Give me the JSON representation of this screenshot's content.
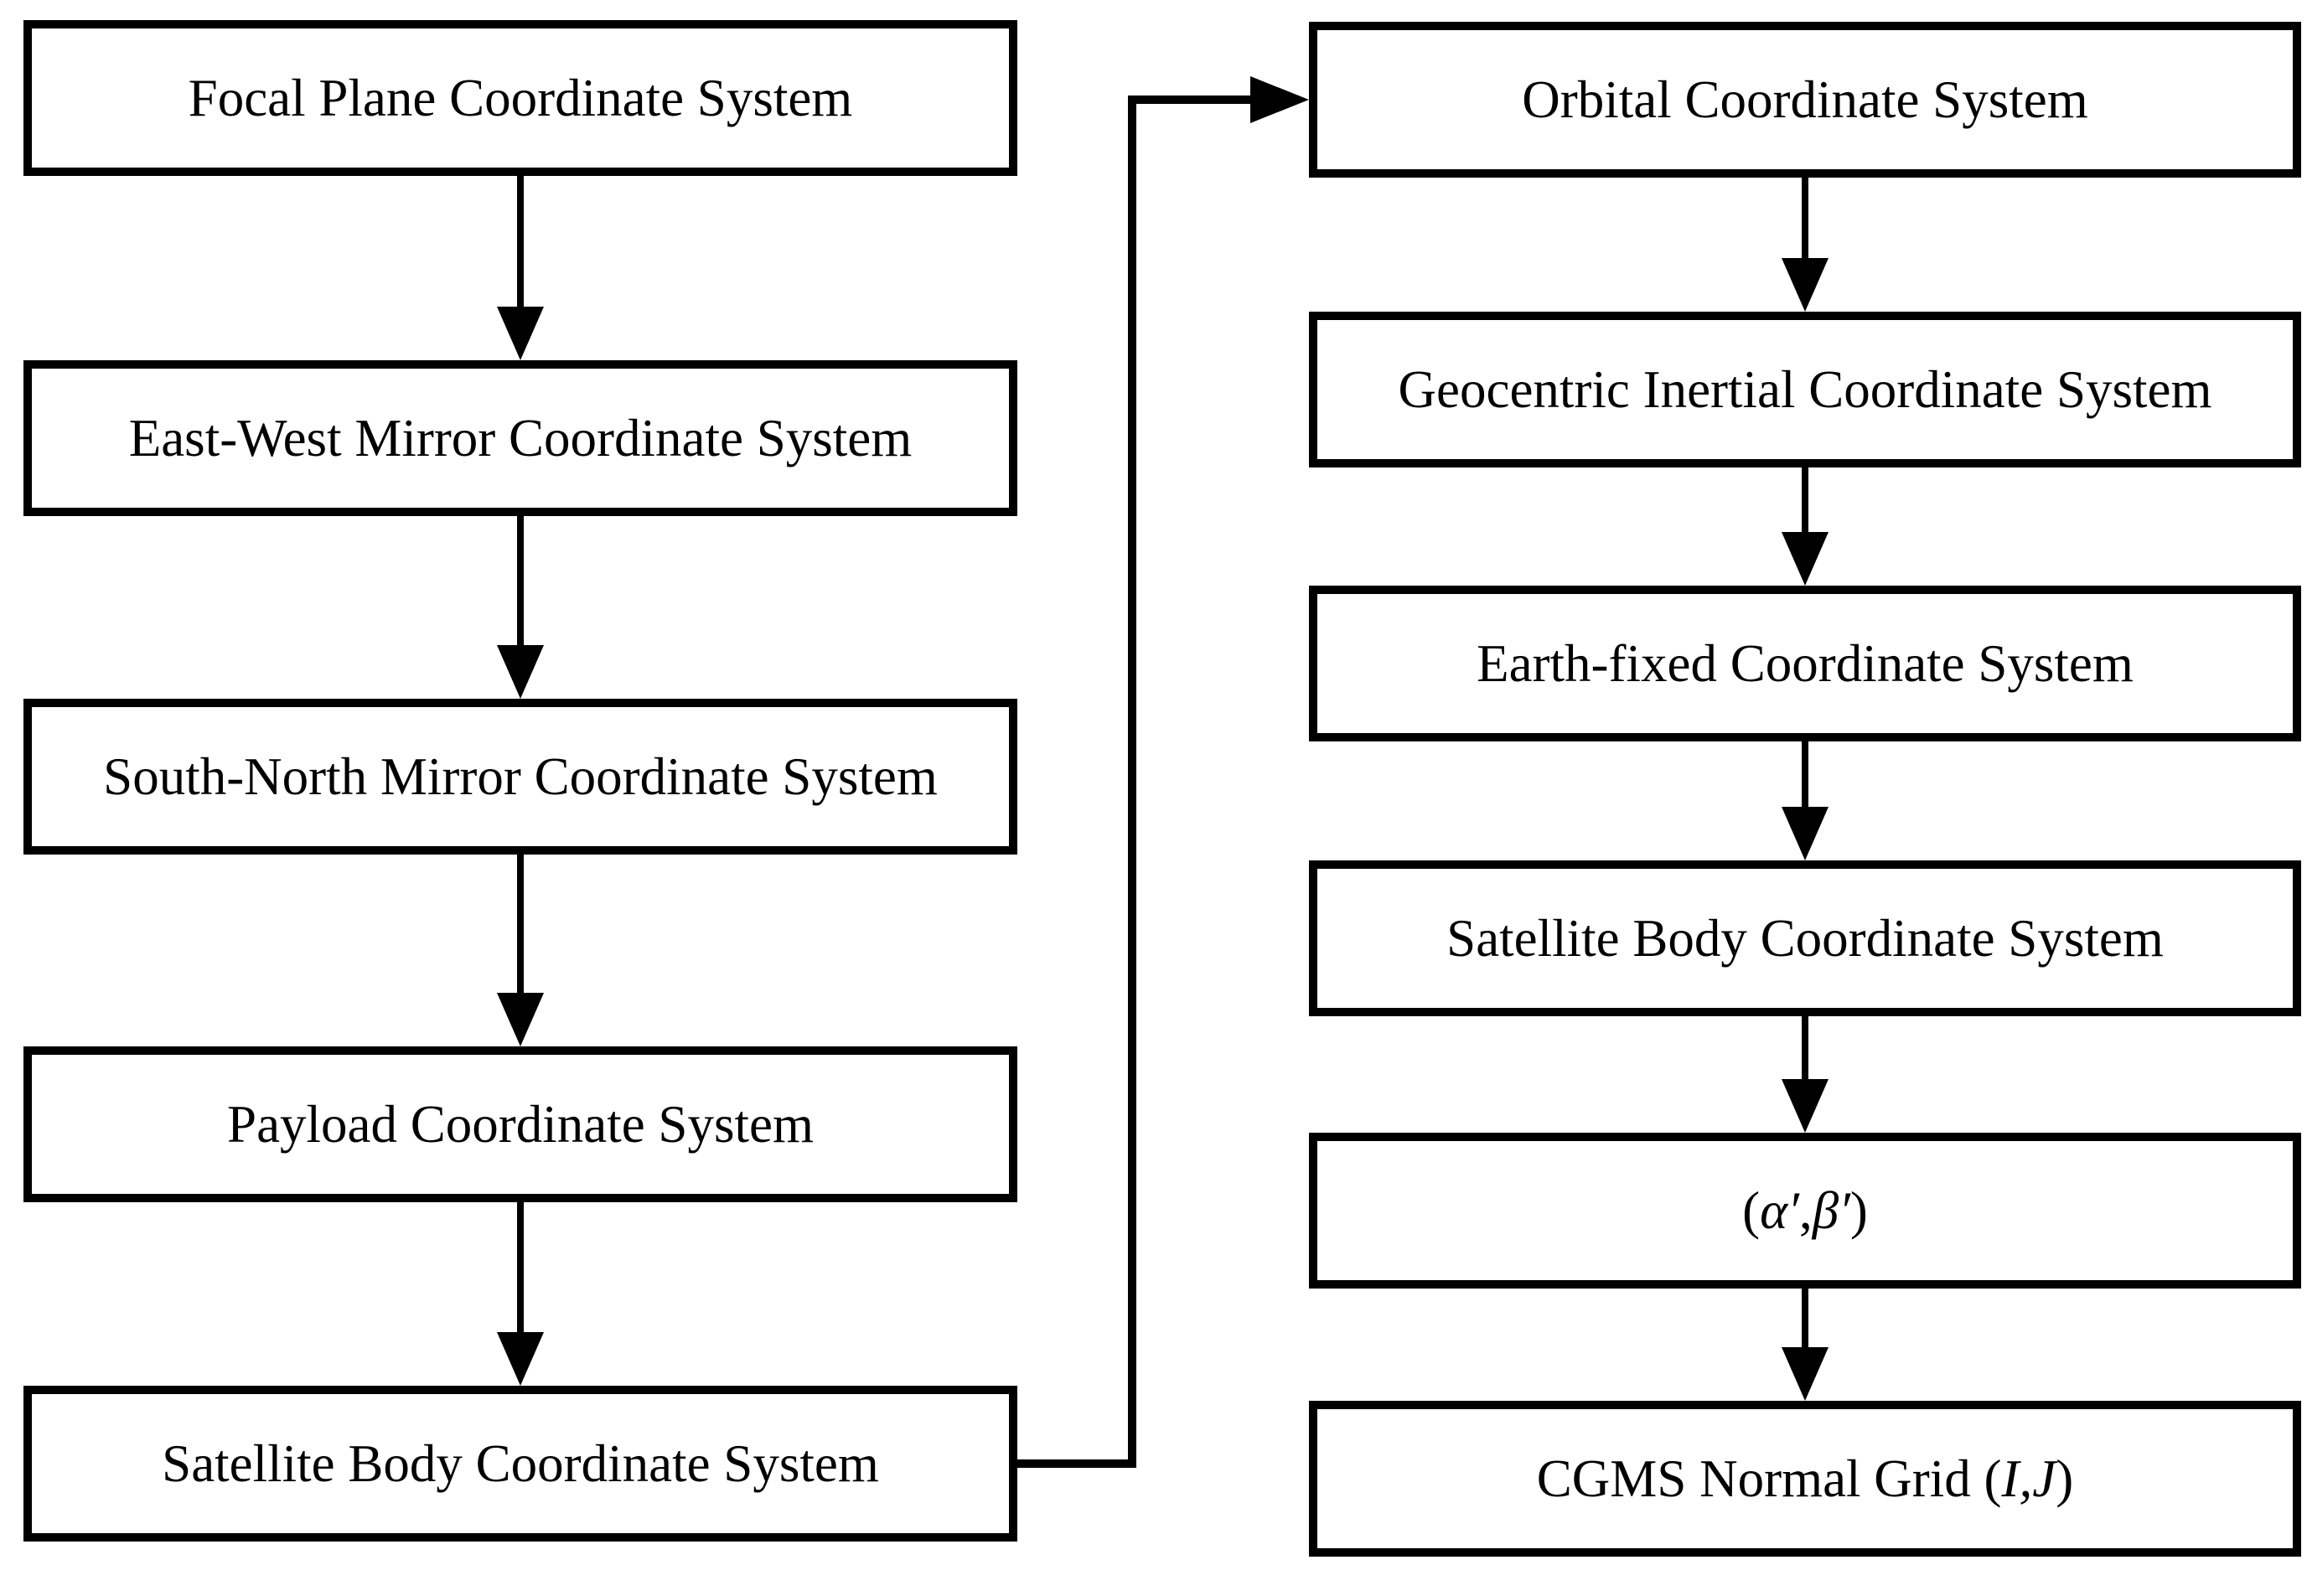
{
  "diagram": {
    "background_color": "#ffffff",
    "line_color": "#000000",
    "left_column": {
      "boxes": [
        {
          "label": "Focal Plane Coordinate System"
        },
        {
          "label": "East-West Mirror Coordinate System"
        },
        {
          "label": "South-North Mirror Coordinate System"
        },
        {
          "label": "Payload Coordinate System"
        },
        {
          "label": "Satellite Body Coordinate System"
        }
      ]
    },
    "right_column": {
      "boxes": [
        {
          "label": "Orbital Coordinate System"
        },
        {
          "label": "Geocentric Inertial Coordinate System"
        },
        {
          "label": "Earth-fixed Coordinate System"
        },
        {
          "label": "Satellite Body Coordinate System"
        },
        {
          "label_parts": [
            {
              "text": "(",
              "italic": false
            },
            {
              "text": "α′",
              "italic": true
            },
            {
              "text": " , ",
              "italic": false
            },
            {
              "text": "β′",
              "italic": true
            },
            {
              "text": " )",
              "italic": false
            }
          ]
        },
        {
          "label_parts": [
            {
              "text": "CGMS Normal Grid (",
              "italic": false
            },
            {
              "text": "I,J",
              "italic": true
            },
            {
              "text": ")",
              "italic": false
            }
          ]
        }
      ]
    }
  }
}
